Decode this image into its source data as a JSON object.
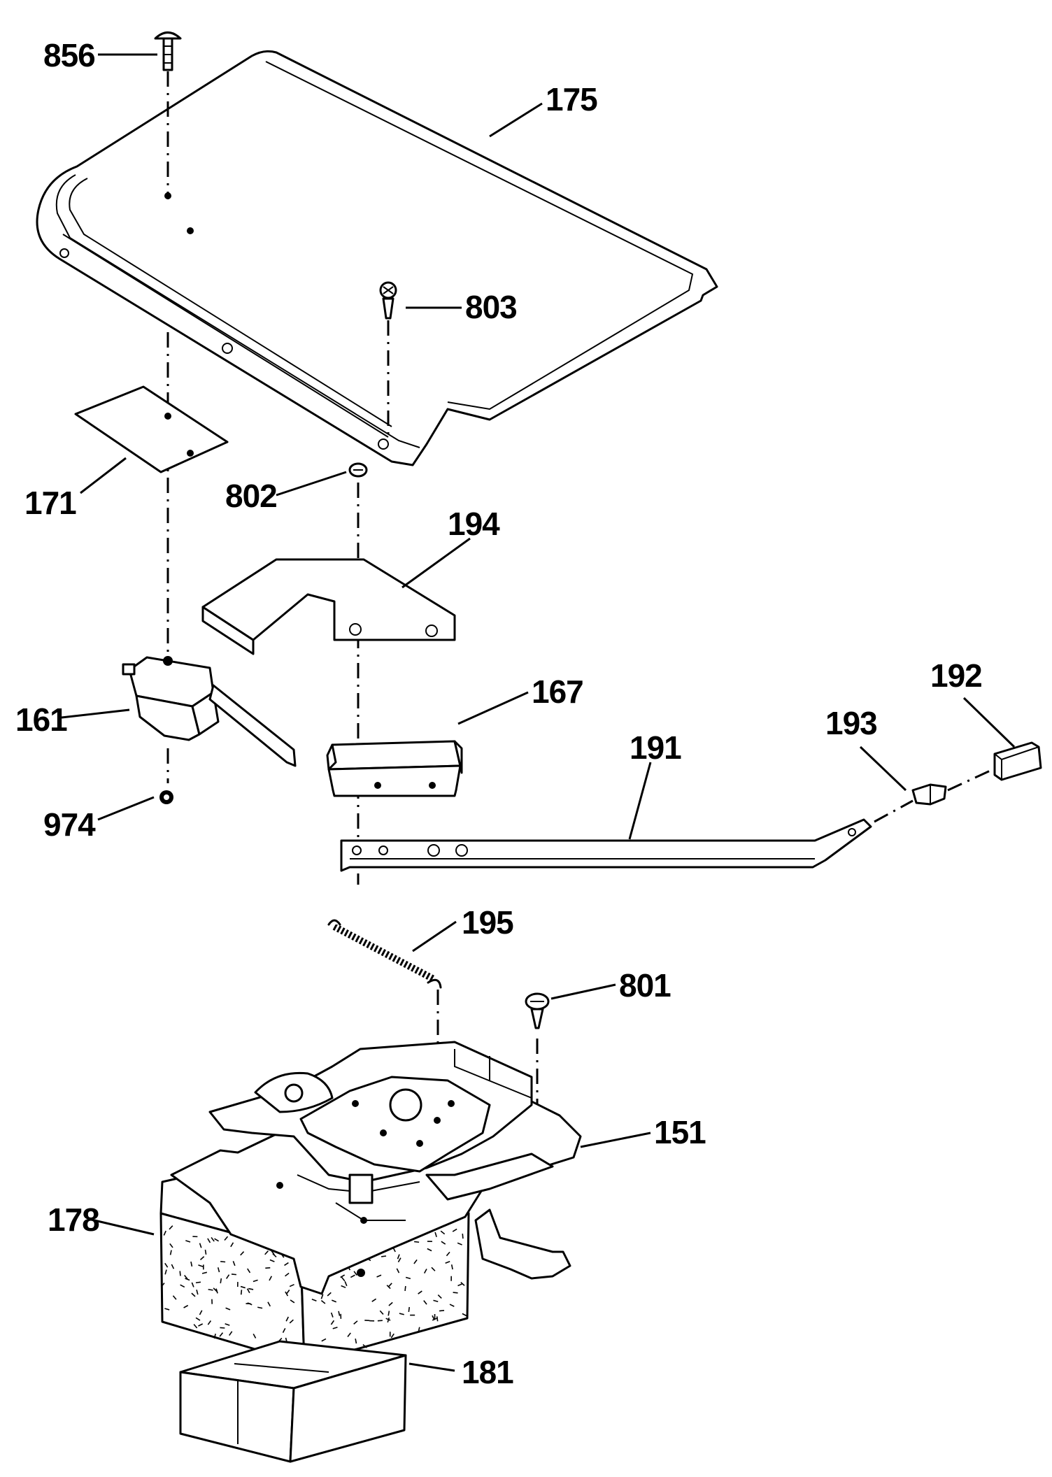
{
  "labels": {
    "p856": "856",
    "p175": "175",
    "p803": "803",
    "p171": "171",
    "p802": "802",
    "p194": "194",
    "p161": "161",
    "p167": "167",
    "p192": "192",
    "p193": "193",
    "p191": "191",
    "p974": "974",
    "p195": "195",
    "p801": "801",
    "p151": "151",
    "p178": "178",
    "p181": "181"
  },
  "colors": {
    "ink": "#000000",
    "paper": "#ffffff"
  }
}
